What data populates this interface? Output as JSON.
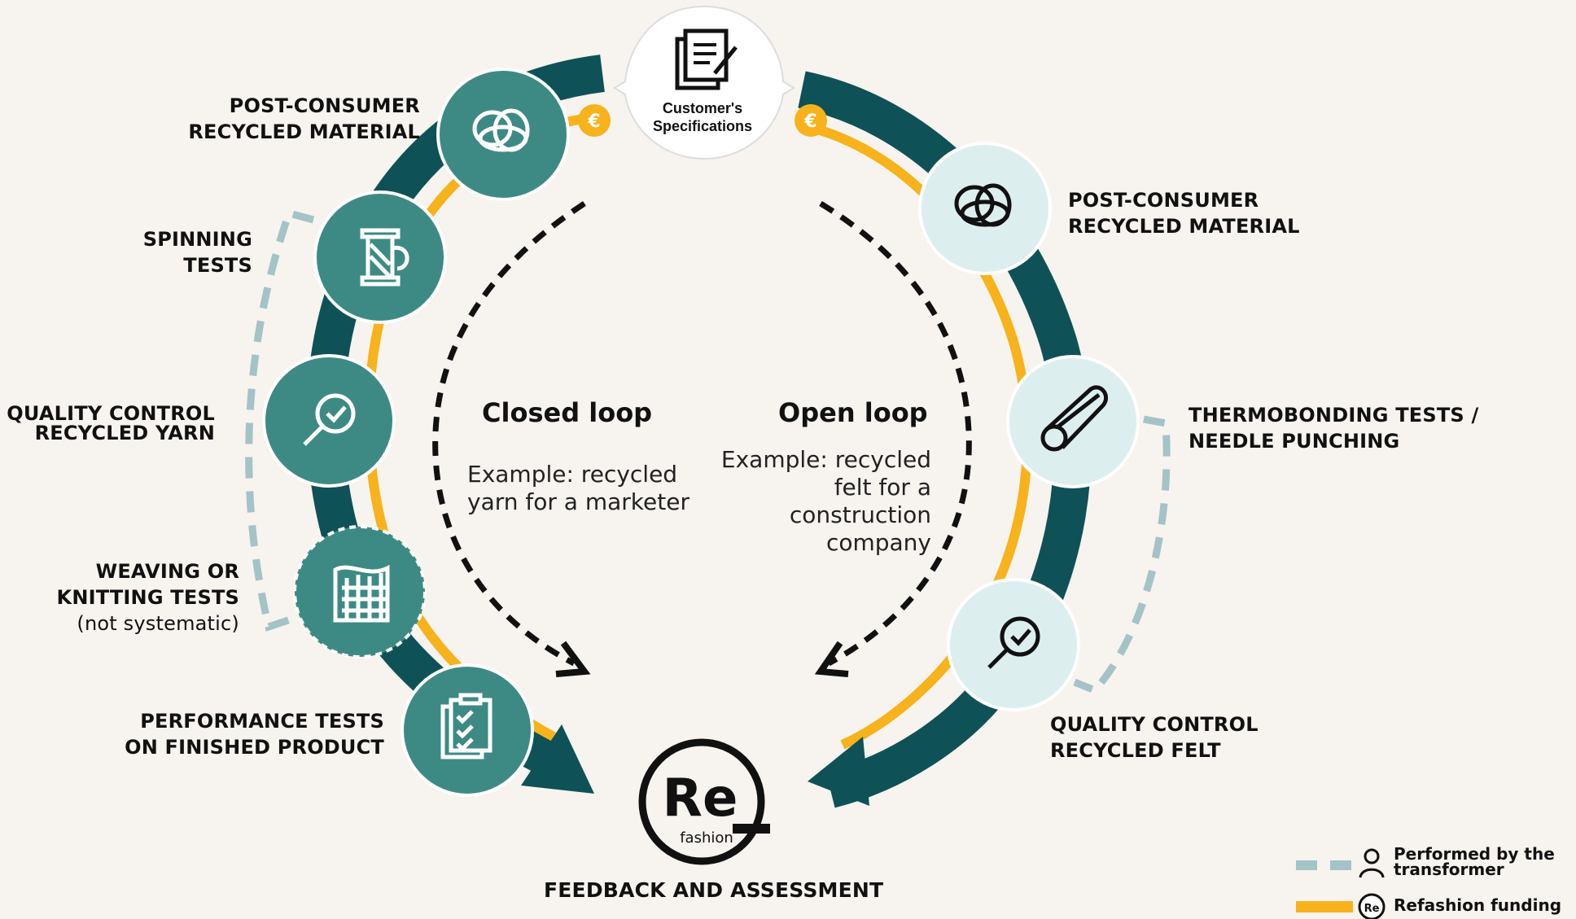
{
  "center": {
    "spec_line1": "Customer's",
    "spec_line2": "Specifications",
    "logo_main": "Re",
    "logo_sub": "fashion",
    "feedback": "FEEDBACK AND ASSESSMENT"
  },
  "closed_loop": {
    "title": "Closed loop",
    "example_line1": "Example: recycled",
    "example_line2": "yarn for a marketer",
    "steps": [
      {
        "line1": "POST-CONSUMER",
        "line2": "RECYCLED MATERIAL",
        "icon": "fibre-tangle-icon"
      },
      {
        "line1": "SPINNING",
        "line2": "TESTS",
        "icon": "spool-icon"
      },
      {
        "line1": "QUALITY CONTROL",
        "line2": "RECYCLED YARN",
        "icon": "magnifier-check-icon"
      },
      {
        "line1": "WEAVING OR",
        "line2": "KNITTING TESTS",
        "line3": "(not systematic)",
        "icon": "woven-fabric-icon"
      },
      {
        "line1": "PERFORMANCE TESTS",
        "line2": "ON FINISHED PRODUCT",
        "icon": "checklist-icon"
      }
    ]
  },
  "open_loop": {
    "title": "Open loop",
    "example_line1": "Example: recycled",
    "example_line2": "felt for a",
    "example_line3": "construction",
    "example_line4": "company",
    "steps": [
      {
        "line1": "POST-CONSUMER",
        "line2": "RECYCLED MATERIAL",
        "icon": "fibre-tangle-icon"
      },
      {
        "line1": "THERMOBONDING TESTS /",
        "line2": "NEEDLE PUNCHING",
        "icon": "felt-roll-icon"
      },
      {
        "line1": "QUALITY CONTROL",
        "line2": "RECYCLED FELT",
        "icon": "magnifier-check-icon"
      }
    ]
  },
  "funding_symbol": "€",
  "legend": {
    "transformer_line1": "Performed by the",
    "transformer_line2": "transformer",
    "funding": "Refashion funding"
  },
  "colors": {
    "background": "#f7f3ef",
    "dark_teal": "#0e5257",
    "mid_teal": "#3d8a84",
    "light_teal": "#ddeeef",
    "yellow": "#f7b21c",
    "dashed_blue": "#a4c3c7"
  }
}
